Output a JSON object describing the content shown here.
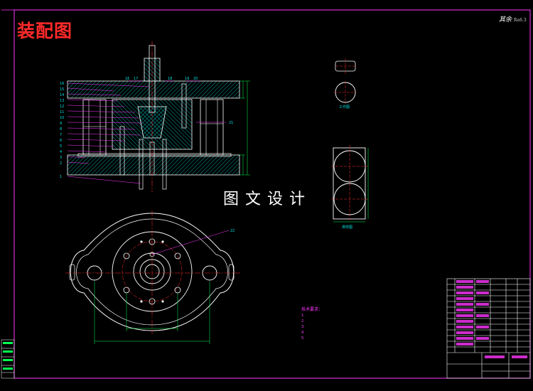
{
  "drawing": {
    "title": "装配图",
    "watermark": "图文设计",
    "corner_mark": "其余",
    "corner_roughness": "Ra6.3",
    "part_view_label": "工件图",
    "layout_view_label": "排样图",
    "tech_notes_title": "技术要求：",
    "tech_notes": [
      "1.",
      "2.",
      "3.",
      "4.",
      "5."
    ],
    "part_numbers_left": [
      "16",
      "15",
      "14",
      "13",
      "12",
      "11",
      "10",
      "9",
      "8",
      "7",
      "6",
      "5",
      "4",
      "3",
      "2",
      "1"
    ],
    "part_numbers_top": [
      "16",
      "17",
      "18",
      "19",
      "20"
    ],
    "part_numbers_right": [
      "21"
    ],
    "part_number_plan": "22"
  },
  "colors": {
    "background": "#000000",
    "outline": "#ffffff",
    "section_hatch": "#00e0e0",
    "center_line": "#ff3030",
    "leader": "#ff38ff",
    "dimension": "#00ff50",
    "title_text": "#ff2a2a",
    "frame": "#ff38ff",
    "title_block": "#ffffff"
  }
}
